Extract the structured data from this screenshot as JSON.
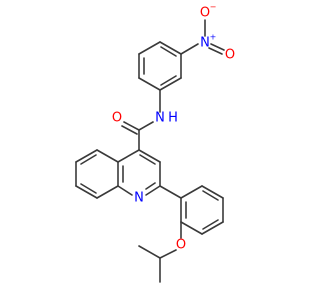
{
  "molecule": {
    "atoms": {
      "nitro_n": "N",
      "nitro_n_charge": "+",
      "nitro_o_top": "O",
      "nitro_o_top_charge": "−",
      "nitro_o_right": "O",
      "amide_n": "N",
      "amide_h": "H",
      "carbonyl_o": "O",
      "quinoline_n": "N",
      "ether_o": "O"
    },
    "colors": {
      "bond": "#3a3a3a",
      "nitrogen": "#0000ff",
      "oxygen": "#ff0000"
    }
  }
}
